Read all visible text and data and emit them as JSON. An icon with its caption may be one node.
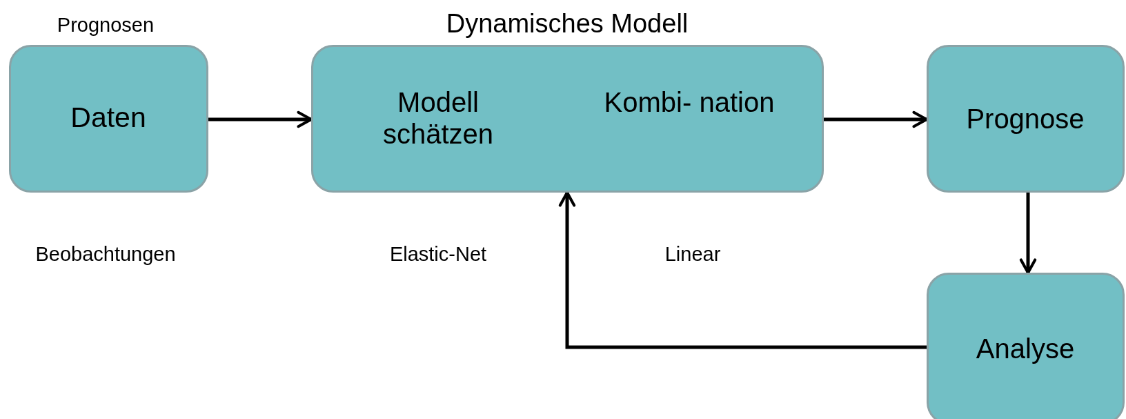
{
  "diagram": {
    "nodes": [
      {
        "text": [
          "Daten"
        ],
        "beside": [
          "Prognosen",
          "Beobachtungen"
        ]
      },
      {
        "text": [
          "Dynamisches Modell",
          "Modell schätzen",
          "Kombi- nation"
        ],
        "beside": [
          "Elastic-Net",
          "Linear"
        ]
      },
      {
        "text": [
          "Prognose"
        ]
      },
      {
        "text": [
          "Analyse"
        ]
      }
    ],
    "edges": [
      {
        "from": 0,
        "to": 1,
        "arrow": "to"
      },
      {
        "from": 1,
        "to": 2,
        "arrow": "to"
      },
      {
        "from": 2,
        "to": 3,
        "arrow": "to"
      },
      {
        "from": 3,
        "to": 1,
        "arrow": "to"
      }
    ]
  }
}
